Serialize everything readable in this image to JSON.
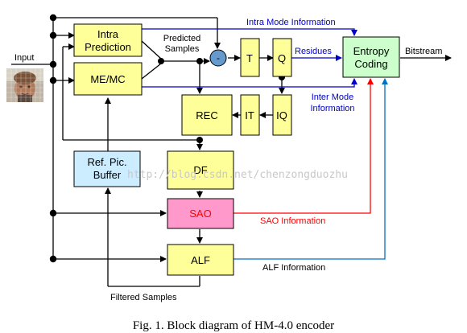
{
  "colors": {
    "yellow_block": "#ffff99",
    "blue_block": "#ccecff",
    "sao_block": "#ff99cc",
    "entropy_block": "#ccffcc",
    "blue_line": "#0000cc",
    "red_line": "#ff0000",
    "alf_line": "#0070c0",
    "black": "#000000"
  },
  "blocks": {
    "intra": [
      "Intra",
      "Prediction"
    ],
    "memc": [
      "ME/MC"
    ],
    "ref": [
      "Ref. Pic.",
      "Buffer"
    ],
    "t": [
      "T"
    ],
    "q": [
      "Q"
    ],
    "it": [
      "IT"
    ],
    "iq": [
      "IQ"
    ],
    "rec": [
      "REC"
    ],
    "df": [
      "DF"
    ],
    "sao": [
      "SAO"
    ],
    "alf": [
      "ALF"
    ],
    "entropy": [
      "Entropy",
      "Coding"
    ],
    "sub": [
      "-"
    ]
  },
  "labels": {
    "input": "Input",
    "bitstream": "Bitstream",
    "predicted": [
      "Predicted",
      "Samples"
    ],
    "intra_info": "Intra Mode Information",
    "residues": "Residues",
    "inter_info": [
      "Inter Mode",
      "Information"
    ],
    "sao_info": "SAO Information",
    "alf_info": "ALF Information",
    "filtered": "Filtered Samples"
  },
  "watermark": "http://blog.csdn.net/chenzongduozhu",
  "caption": "Fig. 1.  Block diagram of HM-4.0 encoder"
}
